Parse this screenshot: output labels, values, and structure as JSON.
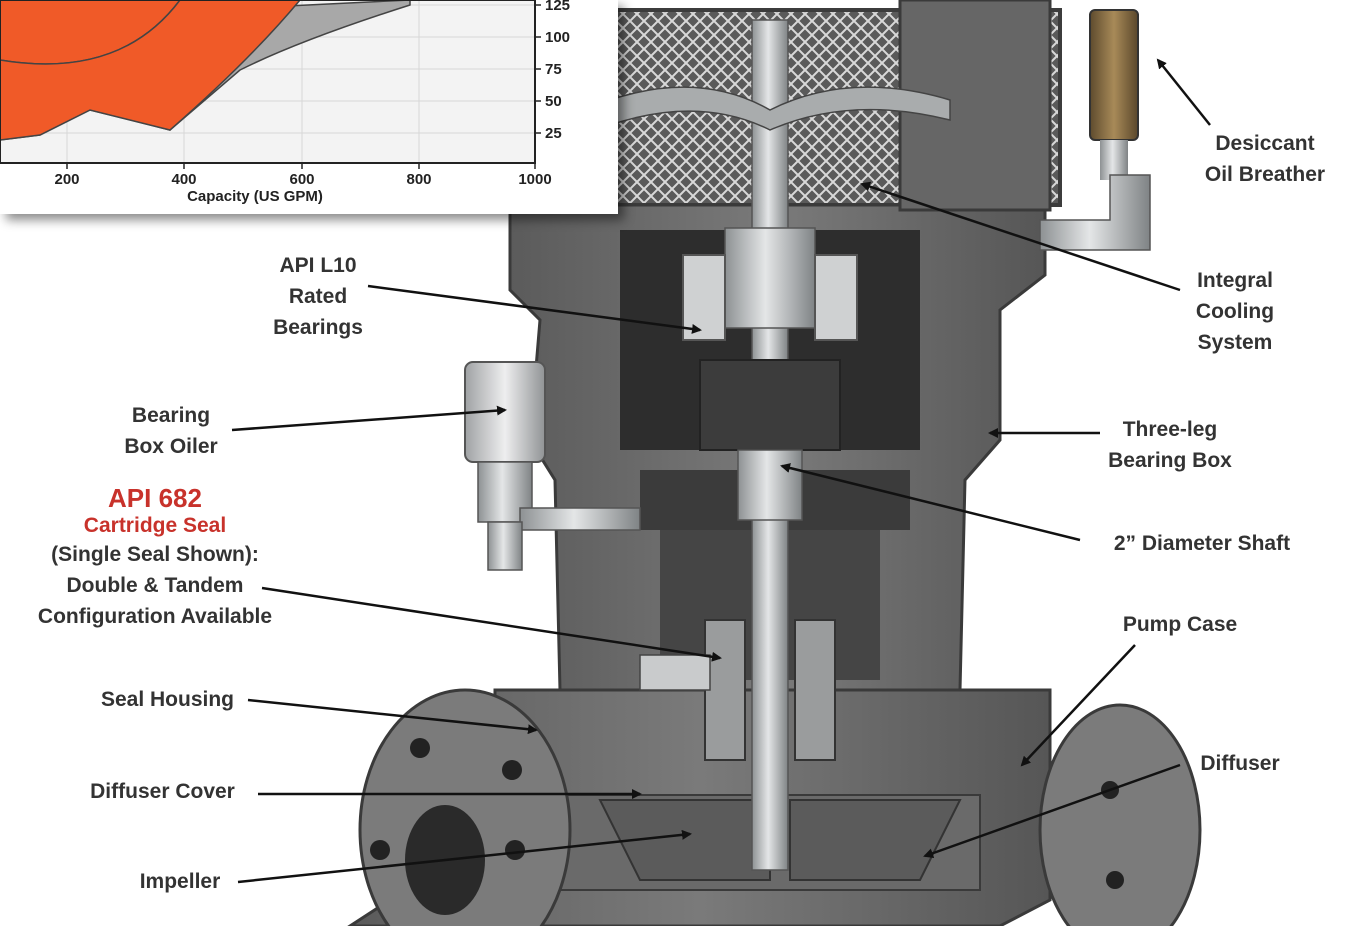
{
  "chart_inset": {
    "xlabel": "Capacity (US GPM)",
    "x_ticks": [
      "200",
      "400",
      "600",
      "800",
      "1000"
    ],
    "y_ticks": [
      "125",
      "100",
      "75",
      "50",
      "25"
    ]
  },
  "labels": {
    "desiccant": [
      "Desiccant",
      "Oil Breather"
    ],
    "bearings": [
      "API L10",
      "Rated",
      "Bearings"
    ],
    "cooling": [
      "Integral",
      "Cooling",
      "System"
    ],
    "oiler": [
      "Bearing",
      "Box Oiler"
    ],
    "bearing_box": [
      "Three-leg",
      "Bearing Box"
    ],
    "seal": {
      "title": "API 682",
      "subtitle": "Cartridge Seal",
      "lines": [
        "(Single Seal Shown):",
        "Double & Tandem",
        "Configuration Available"
      ]
    },
    "shaft": "2” Diameter Shaft",
    "pump_case": "Pump Case",
    "seal_housing": "Seal Housing",
    "diffuser": "Diffuser",
    "diffuser_cover": "Diffuser Cover",
    "impeller": "Impeller"
  },
  "colors": {
    "casting": "#6e6e6e",
    "casting_dark": "#4a4a4a",
    "steel": "#b9bcbe",
    "breather": "#8a6f45",
    "oiler_glass": "#d9dadb",
    "curve_orange": "#f05a28",
    "curve_gray": "#a8a8a8",
    "label_text": "#333333",
    "accent_red": "#c8322b"
  }
}
